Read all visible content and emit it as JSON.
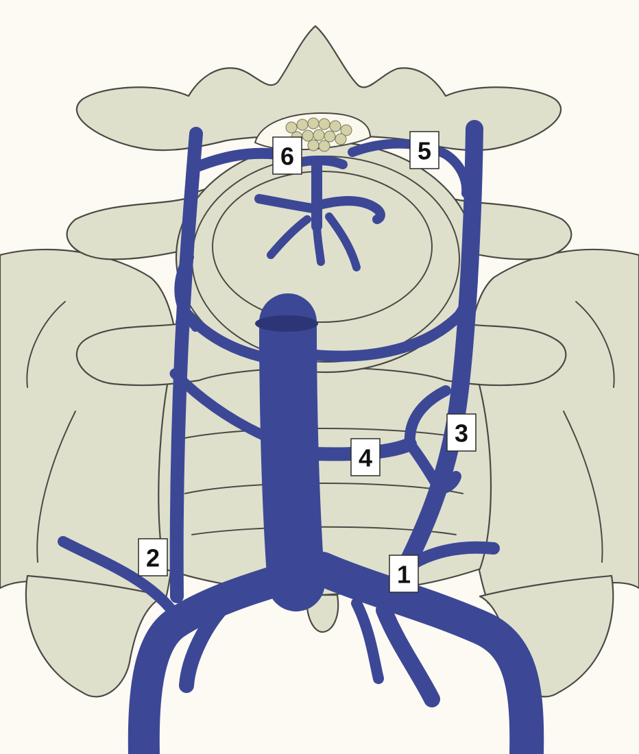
{
  "colors": {
    "vein": "#3c4896",
    "bone": "#dfe0cc",
    "background": "#fdf9f3",
    "outline": "#4a4a44"
  },
  "labels": [
    {
      "id": "1",
      "text": "1"
    },
    {
      "id": "2",
      "text": "2"
    },
    {
      "id": "3",
      "text": "3"
    },
    {
      "id": "4",
      "text": "4"
    },
    {
      "id": "5",
      "text": "5"
    },
    {
      "id": "6",
      "text": "6"
    }
  ]
}
